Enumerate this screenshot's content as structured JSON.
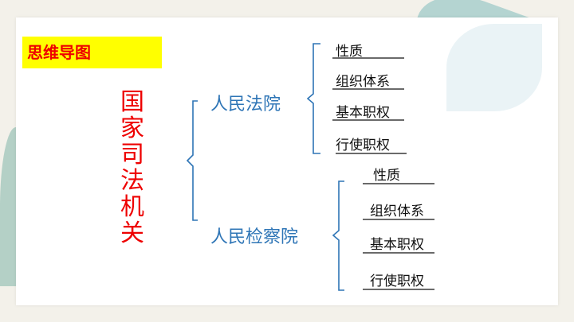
{
  "title": "思维导图",
  "root": "国家司法机关",
  "branches": [
    {
      "label": "人民法院",
      "items": [
        "性质",
        "组织体系",
        "基本职权",
        "行使职权"
      ]
    },
    {
      "label": "人民检察院",
      "items": [
        "性质",
        "组织体系",
        "基本职权",
        "行使职权"
      ]
    }
  ],
  "colors": {
    "title_bg": "#ffff00",
    "title_text": "#ee0000",
    "branch": "#2e75b6"
  }
}
